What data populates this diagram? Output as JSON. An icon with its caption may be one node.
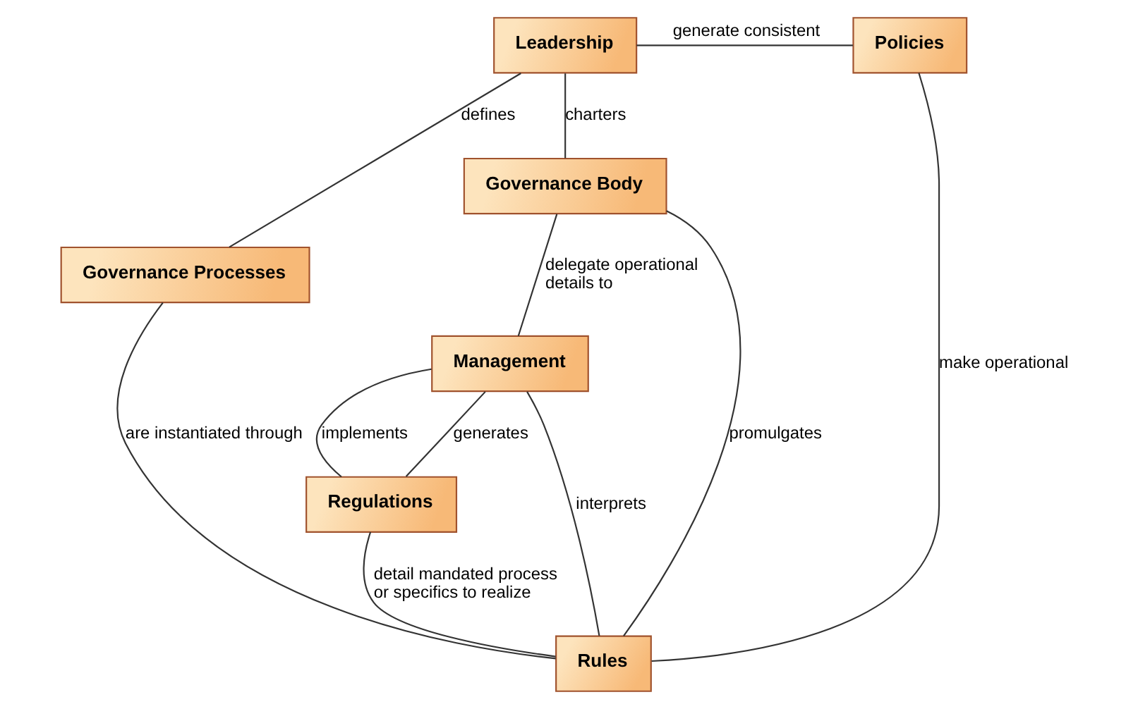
{
  "diagram": {
    "nodes": [
      {
        "text": [
          "Policies"
        ]
      },
      {
        "text": [
          "Leadership"
        ]
      },
      {
        "text": [
          "Governance Processes"
        ]
      },
      {
        "text": [
          "Governance Body"
        ]
      },
      {
        "text": [
          "Rules"
        ]
      },
      {
        "text": [
          "Management"
        ]
      },
      {
        "text": [
          "Regulations"
        ]
      }
    ],
    "edges": [
      {
        "from": 1,
        "to": 0,
        "arrow": "none",
        "label": "generate consistent"
      },
      {
        "from": 1,
        "to": 2,
        "arrow": "none",
        "label": "defines"
      },
      {
        "from": 1,
        "to": 3,
        "arrow": "none",
        "label": "charters"
      },
      {
        "from": 2,
        "to": 4,
        "arrow": "none",
        "label": "are instantiated through"
      },
      {
        "from": 4,
        "to": 0,
        "arrow": "none",
        "label": "make operational"
      },
      {
        "from": 3,
        "to": 4,
        "arrow": "none",
        "label": "promulgates"
      },
      {
        "from": 3,
        "to": 5,
        "arrow": "none",
        "label": "delegate operational details to"
      },
      {
        "from": 5,
        "to": 4,
        "arrow": "none",
        "label": "interprets"
      },
      {
        "from": 6,
        "to": 4,
        "arrow": "none",
        "label": "detail mandated process or specifics to realize"
      },
      {
        "from": 5,
        "to": 6,
        "arrow": "none",
        "label": "implements"
      },
      {
        "from": 5,
        "to": 6,
        "arrow": "none",
        "label": "generates"
      }
    ]
  }
}
